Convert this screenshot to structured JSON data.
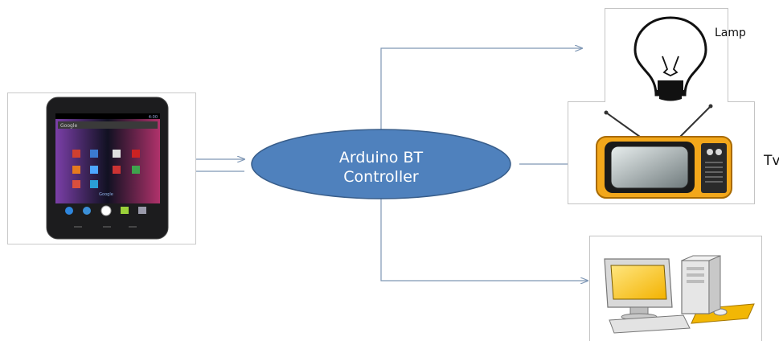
{
  "diagram": {
    "controller": {
      "line1": "Arduino BT",
      "line2": "Controller",
      "fill": "#4f81bd"
    },
    "devices": {
      "lamp": {
        "label": "Lamp"
      },
      "tv": {
        "label": "Tv"
      }
    },
    "phone": {
      "search_text": "Google",
      "status_time": "4:00",
      "dock_label": "Google"
    },
    "connector_color": "#7f97b5"
  }
}
